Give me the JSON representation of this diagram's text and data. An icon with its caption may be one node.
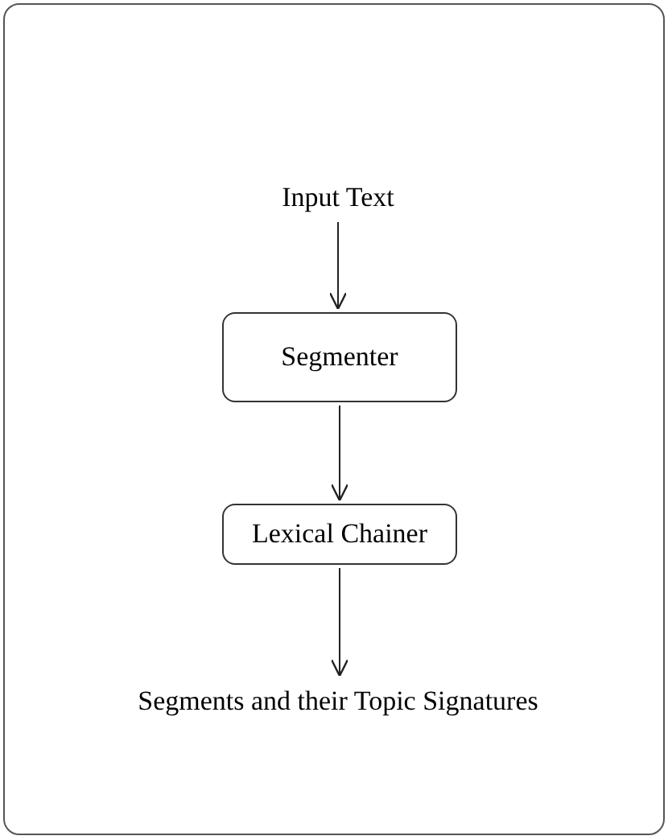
{
  "diagram": {
    "nodes": [
      {
        "text": [
          "Input Text"
        ]
      },
      {
        "text": [
          "Segmenter"
        ]
      },
      {
        "text": [
          "Lexical Chainer"
        ]
      },
      {
        "text": [
          "Segments and their Topic Signatures"
        ]
      }
    ],
    "edges": [
      {
        "from": 0,
        "to": 1,
        "arrow": "to"
      },
      {
        "from": 1,
        "to": 2,
        "arrow": "to"
      },
      {
        "from": 2,
        "to": 3,
        "arrow": "to"
      }
    ]
  }
}
